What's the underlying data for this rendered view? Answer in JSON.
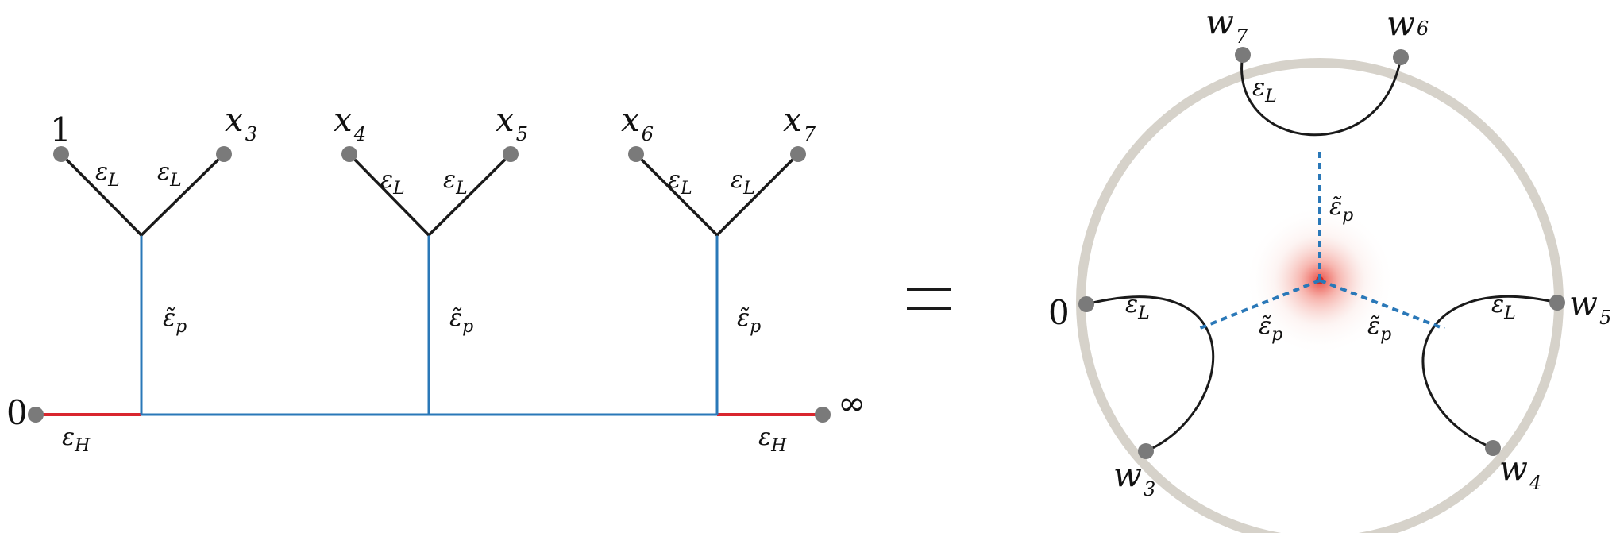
{
  "colors": {
    "leaf_edge": "#1a1a1a",
    "propagator": "#2a78b8",
    "heavy_edge": "#d9262e",
    "node": "#7a7a7a",
    "circle": "#d6d2ca",
    "center_glow": "#e8453c"
  },
  "tree": {
    "endpoint_left": "0",
    "endpoint_right": "∞",
    "heavy_label": "ε",
    "heavy_sub": "H",
    "prop_label": "ε̃",
    "prop_sub": "p",
    "leaf_label": "ε",
    "leaf_sub": "L",
    "leaves": [
      {
        "left": {
          "base": "1",
          "sub": ""
        },
        "right": {
          "base": "x",
          "sub": "3"
        }
      },
      {
        "left": {
          "base": "x",
          "sub": "4"
        },
        "right": {
          "base": "x",
          "sub": "5"
        }
      },
      {
        "left": {
          "base": "x",
          "sub": "6"
        },
        "right": {
          "base": "x",
          "sub": "7"
        }
      }
    ]
  },
  "equals": "=",
  "disk": {
    "points": {
      "top_left": {
        "base": "w",
        "sub": "7"
      },
      "top_right": {
        "base": "w",
        "sub": "6"
      },
      "left": {
        "base": "0",
        "sub": ""
      },
      "right": {
        "base": "w",
        "sub": "5"
      },
      "bottom_left": {
        "base": "w",
        "sub": "3"
      },
      "bottom_right": {
        "base": "w",
        "sub": "4"
      }
    },
    "leaf_label": "ε",
    "leaf_sub": "L",
    "prop_label": "ε̃",
    "prop_sub": "p"
  }
}
